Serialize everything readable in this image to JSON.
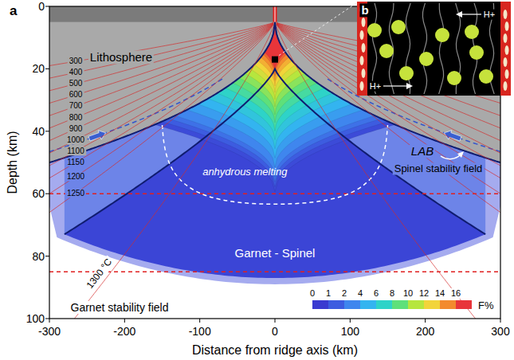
{
  "diagram": {
    "labels": [
      "a",
      "b",
      "Lithosphere",
      "300",
      "400",
      "500",
      "600",
      "700",
      "800",
      "900",
      "1000",
      "1100",
      "1150",
      "1200",
      "1250",
      "1300 °C",
      "LAB",
      "anhydrous melting",
      "Spinel stability field",
      "Garnet - Spinel",
      "Garnet stability field",
      "H+",
      "H+",
      "0",
      "20",
      "40",
      "60",
      "80",
      "100",
      "Depth (km)",
      "-300",
      "-200",
      "-100",
      "0",
      "100",
      "200",
      "300",
      "Distance from ridge axis (km)",
      "F%"
    ],
    "legend": [
      {
        "text": "0",
        "color": "#3a3ad0"
      },
      {
        "text": "1",
        "color": "#3d5ce0"
      },
      {
        "text": "2",
        "color": "#3f86ee"
      },
      {
        "text": "4",
        "color": "#33b4f0"
      },
      {
        "text": "6",
        "color": "#2ed3c8"
      },
      {
        "text": "8",
        "color": "#5ee07a"
      },
      {
        "text": "10",
        "color": "#b6e63e"
      },
      {
        "text": "12",
        "color": "#f2d43a"
      },
      {
        "text": "14",
        "color": "#f38a2e"
      },
      {
        "text": "16",
        "color": "#e8353a"
      }
    ]
  }
}
